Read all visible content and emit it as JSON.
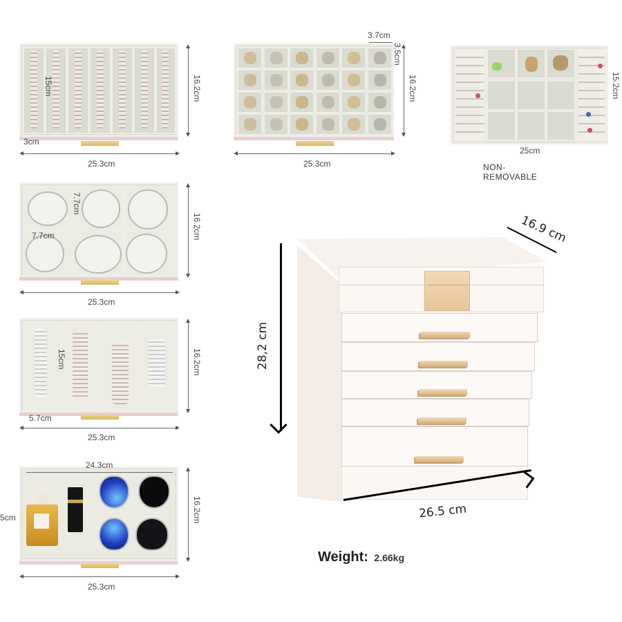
{
  "trays": [
    {
      "id": "necklace-tray",
      "width_label": "25.3cm",
      "height_label": "16.2cm",
      "compartment_length_label": "15cm",
      "compartment_width_label": "3cm",
      "compartments": 7,
      "contents": "pearl necklaces"
    },
    {
      "id": "grid-tray",
      "width_label": "25.3cm",
      "height_label": "16.2cm",
      "cell_width_label": "3.7cm",
      "cell_height_label": "3.5cm",
      "compartments": 24,
      "contents": "rings and earrings"
    },
    {
      "id": "lid-tray",
      "width_label": "25cm",
      "height_label": "15.2cm",
      "note": "NON-REMOVABLE",
      "contents": "ring rolls and earrings"
    },
    {
      "id": "bangle-tray",
      "width_label": "25.3cm",
      "height_label": "16.2cm",
      "cell_width_label": "7.7cm",
      "cell_height_label": "7.7cm",
      "compartments": 6,
      "contents": "bangles"
    },
    {
      "id": "bracelet-tray",
      "width_label": "25.3cm",
      "height_label": "16.2cm",
      "compartment_length_label": "15cm",
      "compartment_width_label": "5.7cm",
      "compartments": 4,
      "contents": "bead bracelets"
    },
    {
      "id": "open-tray",
      "width_label": "25.3cm",
      "height_label": "16.2cm",
      "inner_width_label": "24.3cm",
      "inner_height_label": "5cm",
      "compartments": 1,
      "contents": "perfume, lipstick, sunglasses"
    }
  ],
  "box": {
    "height_label": "28,2 cm",
    "width_label": "26.5 cm",
    "depth_label": "16.9 cm",
    "drawers": 5
  },
  "weight": {
    "label": "Weight:",
    "value": "2.66kg"
  },
  "colors": {
    "velvet": "#e7e8df",
    "tray_front_pink": "#e8cfd4",
    "handle_gold": "#e0c070",
    "box_white": "#fbf7f3",
    "pull_gold": "#dfc093"
  }
}
